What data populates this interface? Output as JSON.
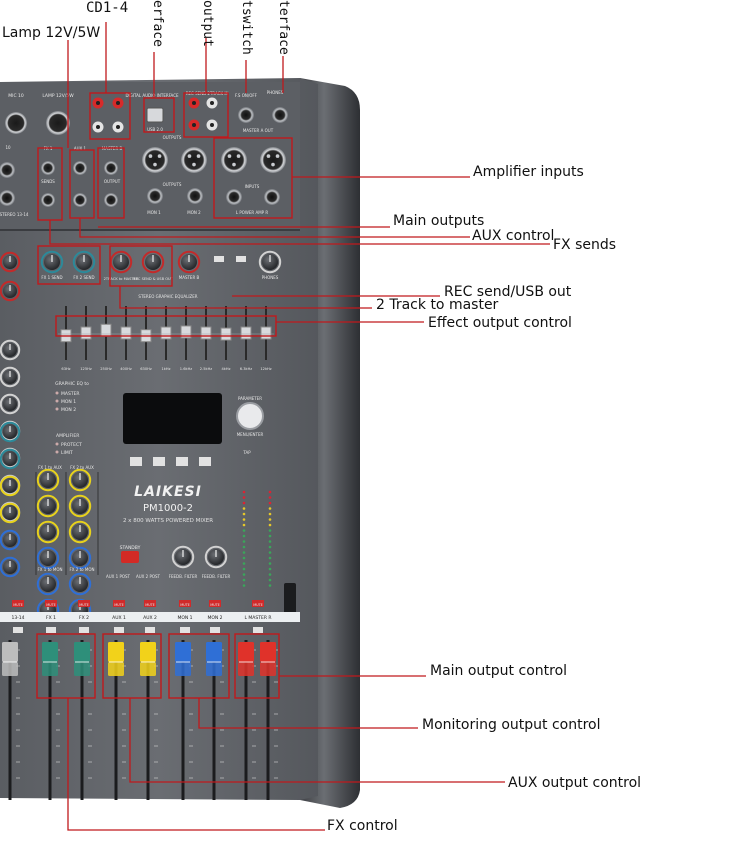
{
  "top_labels": {
    "cd": "CD1-4",
    "lamp": "Lamp 12V/5W",
    "usb_interface": "erface",
    "rec_output": "output",
    "footswitch": "tswitch",
    "phones_interface": "terface"
  },
  "callouts": [
    {
      "id": "amplifier-inputs",
      "text": "Amplifier inputs"
    },
    {
      "id": "main-outputs",
      "text": "Main outputs"
    },
    {
      "id": "aux-control",
      "text": "AUX control"
    },
    {
      "id": "fx-sends",
      "text": "FX sends"
    },
    {
      "id": "rec-send-usb-out",
      "text": "REC send/USB out"
    },
    {
      "id": "two-track-to-master",
      "text": "2 Track to master"
    },
    {
      "id": "effect-output-control",
      "text": "Effect output control"
    },
    {
      "id": "main-output-control",
      "text": "Main output control"
    },
    {
      "id": "monitoring-output-control",
      "text": "Monitoring output control"
    },
    {
      "id": "aux-output-control",
      "text": "AUX output control"
    },
    {
      "id": "fx-control",
      "text": "FX control"
    }
  ],
  "mixer": {
    "brand": "LAIKESI",
    "model": "PM1000-2",
    "subtitle": "2 x 800 WATTS POWERED MIXER",
    "panel_labels": {
      "mic10": "MIC 10",
      "lamp": "LAMP 12V/5W",
      "digital_audio": "DIGITAL AUDIO INTERFACE",
      "usb": "USB 2.0",
      "rec_send": "REC SEND",
      "two_track_in": "2TRACK IN",
      "footswitch": "F.S ON/OFF",
      "phones": "PHONES",
      "outputs": "OUTPUTS",
      "master_a_out": "MASTER A OUT",
      "inputs": "INPUTS",
      "power_amp": "L  POWER AMP  R",
      "mon1": "MON 1",
      "mon2": "MON 2",
      "fx1": "FX 1",
      "aux1": "AUX 1",
      "master_b": "MASTER B",
      "sends": "SENDS",
      "output": "OUTPUT",
      "fx1_send": "FX 1 SEND",
      "fx2_send": "FX 2 SEND",
      "two_track_to_master": "2TRACK to MASTER",
      "rec_send_usb_out": "REC SEND & USB OUT",
      "master_b_knob": "MASTER B",
      "phones_knob": "PHONES",
      "stereo_eq": "STEREO GRAPHIC EQUALIZER",
      "eq_freqs": [
        "63Hz",
        "125Hz",
        "250Hz",
        "400Hz",
        "630Hz",
        "1kHz",
        "1.6kHz",
        "2.5kHz",
        "4kHz",
        "6.3kHz",
        "12kHz"
      ],
      "graphic_eq_to": "GRAPHIC EQ to",
      "eq_targets": [
        "MASTER",
        "MON 1",
        "MON 2"
      ],
      "amplifier": "AMPLIFIER",
      "protect": "PROTECT",
      "limit": "LIMIT",
      "parameter": "PARAMETER",
      "menu_enter": "MENU/ENTER",
      "tap": "TAP",
      "standby": "STANDBY",
      "fx1_to_aux": "FX 1 to AUX",
      "fx2_to_aux": "FX 2 to AUX",
      "fx1_to_mon": "FX 1 to MON",
      "fx2_to_mon": "FX 2 to MON",
      "aux1_post": "AUX 1 POST",
      "aux2_post": "AUX 2 POST",
      "feedb_filter": "FEEDB. FILTER",
      "strip_names": [
        "13-14",
        "FX 1",
        "FX 2",
        "AUX 1",
        "AUX 2",
        "MON 1",
        "MON 2",
        "L   MASTER   R"
      ],
      "mute": "MUTE",
      "pfl": "PFL"
    },
    "fader_colors": {
      "fx": "#2e8f7a",
      "aux": "#f2d21a",
      "mon": "#2f6fd6",
      "master": "#e0322a"
    }
  }
}
